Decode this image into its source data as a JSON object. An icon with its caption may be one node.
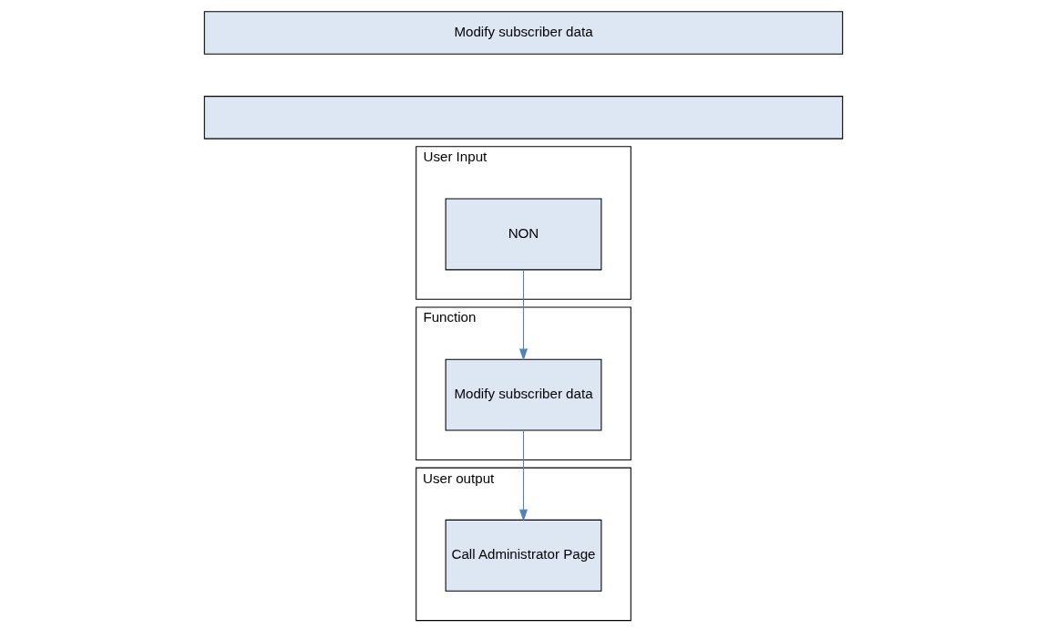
{
  "diagram": {
    "nodes": [
      {
        "text": [
          "Modify subscriber data"
        ]
      },
      {
        "text": [],
        "shape": "bar"
      },
      {
        "text": [
          "User Input"
        ]
      },
      {
        "text": [
          "NON"
        ],
        "in": 2
      },
      {
        "text": [
          "Function"
        ]
      },
      {
        "text": [
          "Modify subscriber data"
        ],
        "in": 4
      },
      {
        "text": [
          "User output"
        ]
      },
      {
        "text": [
          "Call Administrator Page"
        ],
        "in": 6
      }
    ],
    "edges": [
      {
        "from": 3,
        "to": 5,
        "arrow": "to"
      },
      {
        "from": 5,
        "to": 7,
        "arrow": "to"
      }
    ]
  }
}
